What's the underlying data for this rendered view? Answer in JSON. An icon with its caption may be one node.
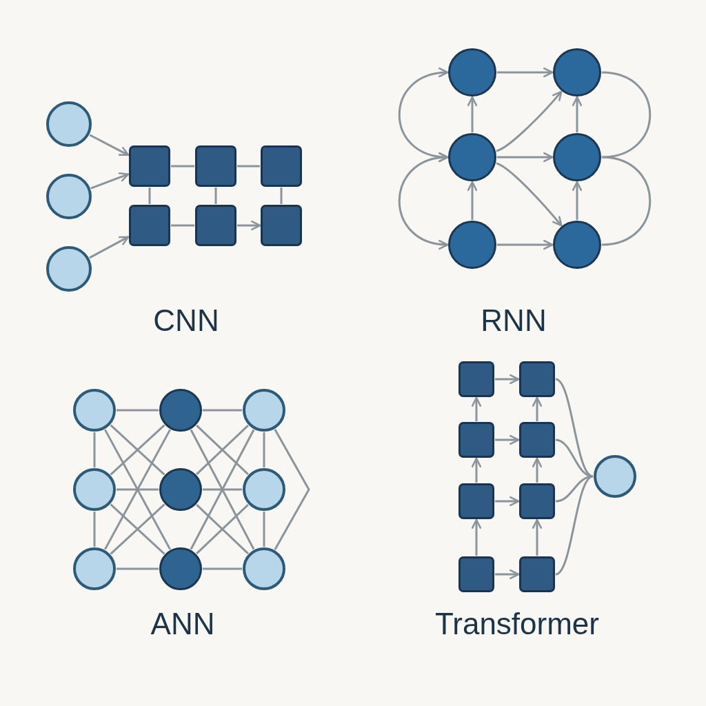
{
  "diagram": {
    "nodes": [
      {
        "text": [],
        "shape": "circle"
      },
      {
        "text": [],
        "shape": "circle"
      },
      {
        "text": [],
        "shape": "circle"
      },
      {
        "text": [],
        "shape": "box"
      },
      {
        "text": [],
        "shape": "box"
      },
      {
        "text": [],
        "shape": "box"
      },
      {
        "text": [],
        "shape": "box"
      },
      {
        "text": [],
        "shape": "box"
      },
      {
        "text": [],
        "shape": "box"
      },
      {
        "text": [],
        "shape": "circle"
      },
      {
        "text": [],
        "shape": "circle"
      },
      {
        "text": [],
        "shape": "circle"
      },
      {
        "text": [],
        "shape": "circle"
      },
      {
        "text": [],
        "shape": "circle"
      },
      {
        "text": [],
        "shape": "circle"
      },
      {
        "text": [],
        "shape": "circle"
      },
      {
        "text": [],
        "shape": "circle"
      },
      {
        "text": [],
        "shape": "circle"
      },
      {
        "text": [],
        "shape": "circle"
      },
      {
        "text": [],
        "shape": "circle"
      },
      {
        "text": [],
        "shape": "circle"
      },
      {
        "text": [],
        "shape": "circle"
      },
      {
        "text": [],
        "shape": "circle"
      },
      {
        "text": [],
        "shape": "circle"
      },
      {
        "text": [],
        "shape": "box"
      },
      {
        "text": [],
        "shape": "box"
      },
      {
        "text": [],
        "shape": "box"
      },
      {
        "text": [],
        "shape": "box"
      },
      {
        "text": [],
        "shape": "box"
      },
      {
        "text": [],
        "shape": "box"
      },
      {
        "text": [],
        "shape": "box"
      },
      {
        "text": [],
        "shape": "box"
      },
      {
        "text": [],
        "shape": "circle"
      }
    ],
    "edges": [
      {
        "from": 0,
        "to": 3,
        "arrow": "to"
      },
      {
        "from": 1,
        "to": 3,
        "arrow": "to"
      },
      {
        "from": 2,
        "to": 6,
        "arrow": "to"
      },
      {
        "from": 3,
        "to": 4,
        "arrow": "none"
      },
      {
        "from": 4,
        "to": 5,
        "arrow": "none"
      },
      {
        "from": 3,
        "to": 6,
        "arrow": "none"
      },
      {
        "from": 4,
        "to": 7,
        "arrow": "none"
      },
      {
        "from": 5,
        "to": 8,
        "arrow": "none"
      },
      {
        "from": 6,
        "to": 7,
        "arrow": "none"
      },
      {
        "from": 7,
        "to": 8,
        "arrow": "to"
      },
      {
        "from": 9,
        "to": 10,
        "arrow": "to"
      },
      {
        "from": 11,
        "to": 9,
        "arrow": "to"
      },
      {
        "from": 11,
        "to": 10,
        "arrow": "to"
      },
      {
        "from": 11,
        "to": 12,
        "arrow": "to"
      },
      {
        "from": 11,
        "to": 14,
        "arrow": "to"
      },
      {
        "from": 13,
        "to": 11,
        "arrow": "to"
      },
      {
        "from": 12,
        "to": 10,
        "arrow": "to"
      },
      {
        "from": 14,
        "to": 12,
        "arrow": "to"
      },
      {
        "from": 13,
        "to": 14,
        "arrow": "to"
      },
      {
        "from": 9,
        "to": 11,
        "arrow": "both"
      },
      {
        "from": 11,
        "to": 13,
        "arrow": "both"
      },
      {
        "from": 10,
        "to": 12,
        "arrow": "none"
      },
      {
        "from": 12,
        "to": 14,
        "arrow": "none"
      },
      {
        "from": 15,
        "to": 16,
        "arrow": "none"
      },
      {
        "from": 15,
        "to": 19,
        "arrow": "none"
      },
      {
        "from": 15,
        "to": 22,
        "arrow": "none"
      },
      {
        "from": 18,
        "to": 16,
        "arrow": "none"
      },
      {
        "from": 18,
        "to": 19,
        "arrow": "none"
      },
      {
        "from": 18,
        "to": 22,
        "arrow": "none"
      },
      {
        "from": 21,
        "to": 16,
        "arrow": "none"
      },
      {
        "from": 21,
        "to": 19,
        "arrow": "none"
      },
      {
        "from": 21,
        "to": 22,
        "arrow": "none"
      },
      {
        "from": 16,
        "to": 17,
        "arrow": "none"
      },
      {
        "from": 16,
        "to": 20,
        "arrow": "none"
      },
      {
        "from": 16,
        "to": 23,
        "arrow": "none"
      },
      {
        "from": 19,
        "to": 17,
        "arrow": "none"
      },
      {
        "from": 19,
        "to": 20,
        "arrow": "none"
      },
      {
        "from": 19,
        "to": 23,
        "arrow": "none"
      },
      {
        "from": 22,
        "to": 17,
        "arrow": "none"
      },
      {
        "from": 22,
        "to": 20,
        "arrow": "none"
      },
      {
        "from": 22,
        "to": 23,
        "arrow": "none"
      },
      {
        "from": 15,
        "to": 18,
        "arrow": "none"
      },
      {
        "from": 18,
        "to": 21,
        "arrow": "none"
      },
      {
        "from": 17,
        "to": 20,
        "arrow": "none"
      },
      {
        "from": 20,
        "to": 23,
        "arrow": "none"
      },
      {
        "from": 17,
        "to": 23,
        "arrow": "none"
      },
      {
        "from": 24,
        "to": 25,
        "arrow": "to"
      },
      {
        "from": 26,
        "to": 27,
        "arrow": "to"
      },
      {
        "from": 28,
        "to": 29,
        "arrow": "to"
      },
      {
        "from": 30,
        "to": 31,
        "arrow": "to"
      },
      {
        "from": 26,
        "to": 24,
        "arrow": "to"
      },
      {
        "from": 28,
        "to": 26,
        "arrow": "to"
      },
      {
        "from": 30,
        "to": 28,
        "arrow": "to"
      },
      {
        "from": 27,
        "to": 25,
        "arrow": "to"
      },
      {
        "from": 29,
        "to": 27,
        "arrow": "to"
      },
      {
        "from": 31,
        "to": 29,
        "arrow": "to"
      },
      {
        "from": 25,
        "to": 32,
        "arrow": "none"
      },
      {
        "from": 27,
        "to": 32,
        "arrow": "none"
      },
      {
        "from": 29,
        "to": 32,
        "arrow": "none"
      },
      {
        "from": 31,
        "to": 32,
        "arrow": "none"
      }
    ],
    "labels": [
      "CNN",
      "RNN",
      "ANN",
      "Transformer"
    ]
  }
}
